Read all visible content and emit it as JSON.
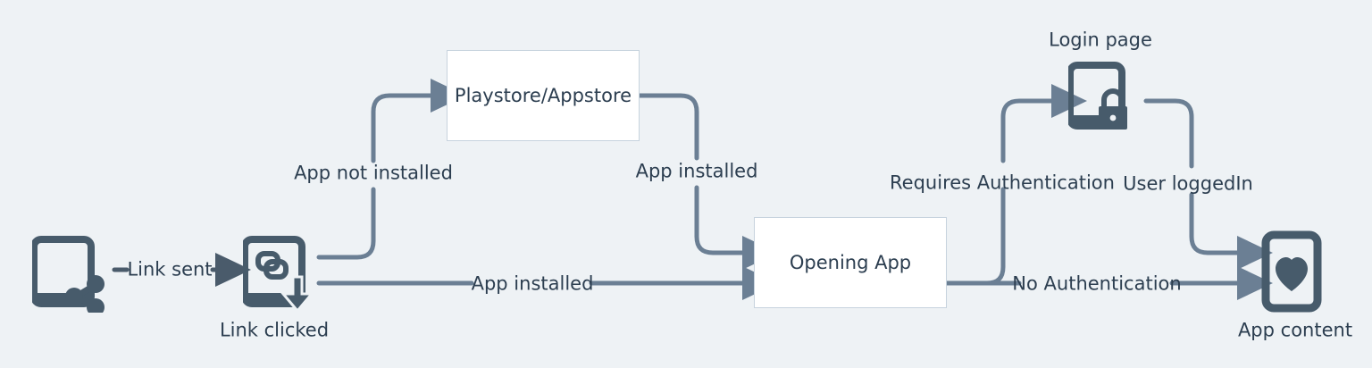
{
  "diagram": {
    "title": "Deep link routing flow",
    "background_color": "#eef2f5",
    "line_color": "#6b7f94",
    "icon_color": "#475b6b",
    "text_color": "#2c3e50",
    "box_fill": "#ffffff",
    "box_border": "#c7d3de"
  },
  "nodes": [
    {
      "id": "link-sent-phone",
      "type": "icon",
      "icon": "phone-share-icon",
      "caption": ""
    },
    {
      "id": "link-clicked-phone",
      "type": "icon",
      "icon": "phone-link-download-icon",
      "caption": "Link clicked"
    },
    {
      "id": "playstore-box",
      "type": "box",
      "label": "Playstore/Appstore"
    },
    {
      "id": "opening-app-box",
      "type": "box",
      "label": "Opening App"
    },
    {
      "id": "login-page-phone",
      "type": "icon",
      "icon": "phone-lock-icon",
      "caption": "Login page"
    },
    {
      "id": "app-content-phone",
      "type": "icon",
      "icon": "phone-heart-icon",
      "caption": "App content"
    }
  ],
  "edges": [
    {
      "id": "edge-link-sent",
      "label": "Link sent",
      "from": "link-sent-phone",
      "to": "link-clicked-phone"
    },
    {
      "id": "edge-app-not-installed",
      "label": "App not installed",
      "from": "link-clicked-phone",
      "to": "playstore-box"
    },
    {
      "id": "edge-app-installed-top",
      "label": "App installed",
      "from": "playstore-box",
      "to": "opening-app-box"
    },
    {
      "id": "edge-app-installed-direct",
      "label": "App installed",
      "from": "link-clicked-phone",
      "to": "opening-app-box"
    },
    {
      "id": "edge-requires-auth",
      "label": "Requires Authentication",
      "from": "opening-app-box",
      "to": "login-page-phone"
    },
    {
      "id": "edge-user-loggedin",
      "label": "User loggedIn",
      "from": "login-page-phone",
      "to": "app-content-phone"
    },
    {
      "id": "edge-no-auth",
      "label": "No Authentication",
      "from": "opening-app-box",
      "to": "app-content-phone"
    }
  ],
  "captions": {
    "link_clicked": "Link clicked",
    "login_page": "Login page",
    "app_content": "App content"
  },
  "labels": {
    "link_sent": "Link sent",
    "app_not_installed": "App not installed",
    "app_installed_top": "App installed",
    "app_installed_direct": "App installed",
    "requires_authentication": "Requires Authentication",
    "user_loggedin": "User loggedIn",
    "no_authentication": "No Authentication",
    "playstore_appstore": "Playstore/Appstore",
    "opening_app": "Opening App"
  }
}
